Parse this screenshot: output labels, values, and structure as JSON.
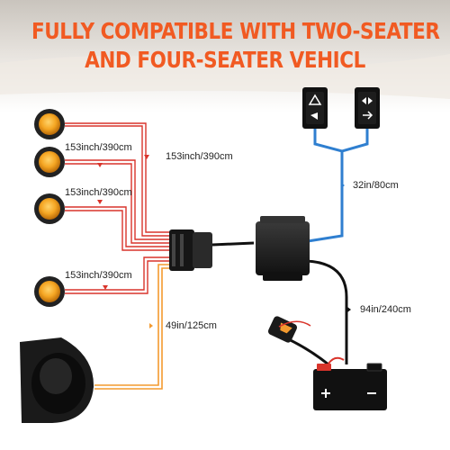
{
  "title": {
    "line1": "FULLY COMPATIBLE WITH TWO-SEATER",
    "line2": "AND FOUR-SEATER VEHICL"
  },
  "labels": {
    "light_main": "153inch/390cm",
    "light2": "153inch/390cm",
    "light3": "153inch/390cm",
    "light4": "153inch/390cm",
    "horn": "49in/125cm",
    "switch": "32in/80cm",
    "battery": "94in/240cm"
  },
  "colors": {
    "title": "#f15a22",
    "wire_red": "#d9342b",
    "wire_blue": "#2f7fd0",
    "wire_orange": "#f39a2f",
    "wire_black": "#111111",
    "lamp_amber": "#f5a623"
  },
  "icons": [
    "hazard-icon",
    "turn-arrows-icon",
    "battery-icon",
    "fuse-icon"
  ]
}
